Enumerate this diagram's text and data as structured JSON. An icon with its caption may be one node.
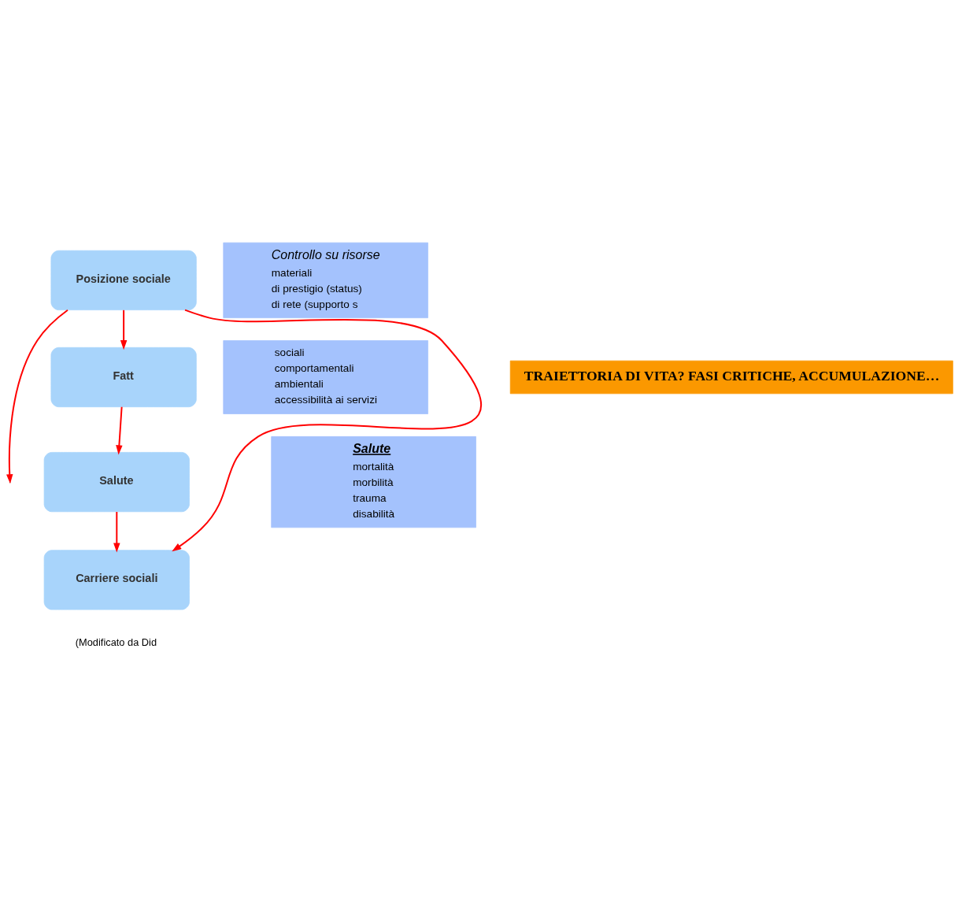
{
  "diagram": {
    "nodes": [
      {
        "text": [
          "Posizione sociale"
        ]
      },
      {
        "text": [
          "Fatt"
        ]
      },
      {
        "text": [
          "Salute"
        ]
      },
      {
        "text": [
          "Carriere sociali"
        ]
      },
      {
        "text": [
          "Controllo su risorse",
          "materiali",
          "di prestigio (status)",
          "di rete (supporto s"
        ]
      },
      {
        "text": [
          "sociali",
          "comportamentali",
          "ambientali",
          "accessibilità ai servizi"
        ]
      },
      {
        "text": [
          "Salute",
          "mortalità",
          "morbilità",
          "trauma",
          "disabilità"
        ]
      },
      {
        "text": [
          "TRAIETTORIA DI VITA? FASI CRITICHE, ACCUMULAZIONE…"
        ]
      }
    ],
    "edges": [
      {
        "from": 0,
        "to": 1,
        "arrow": "to",
        "color": "#ff0000"
      },
      {
        "from": 1,
        "to": 2,
        "arrow": "to",
        "color": "#ff0000"
      },
      {
        "from": 2,
        "to": 3,
        "arrow": "to",
        "color": "#ff0000"
      },
      {
        "from": 0,
        "to": 3,
        "arrow": "to",
        "color": "#ff0000"
      },
      {
        "from": 0,
        "to": null,
        "arrow": "to",
        "color": "#ff0000"
      }
    ],
    "labels": [
      "(Modificato da Did"
    ]
  }
}
